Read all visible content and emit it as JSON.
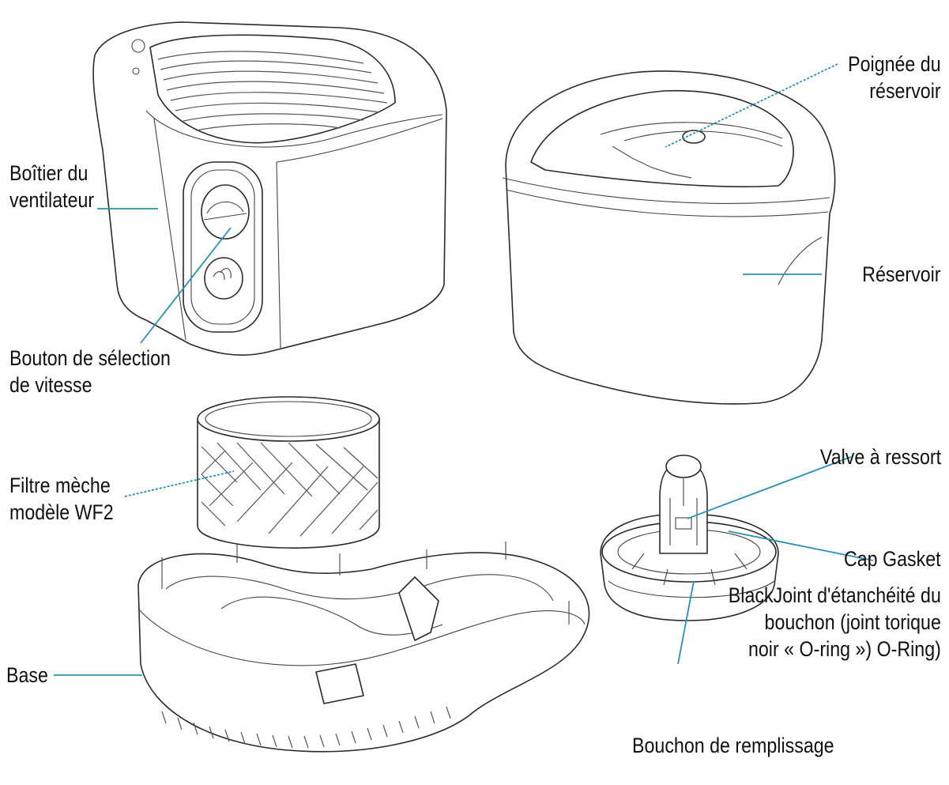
{
  "labels": {
    "fan_housing": [
      "Boîtier du",
      "ventilateur"
    ],
    "speed_button": [
      "Bouton de sélection",
      "de vitesse"
    ],
    "wick_filter": [
      "Filtre mèche",
      "modèle WF2"
    ],
    "base": "Base",
    "tank_handle": [
      "Poignée du",
      "réservoir"
    ],
    "tank": "Réservoir",
    "spring_valve": "Valve à ressort",
    "cap_gasket": "Cap Gasket",
    "gasket_note": [
      "BlackJoint d'étanchéité du",
      "bouchon (joint torique",
      "noir « O-ring ») O-Ring)"
    ],
    "fill_cap": "Bouchon de remplissage"
  },
  "colors": {
    "leader_line": "#2b8fb3",
    "outline": "#2a2a2a"
  }
}
